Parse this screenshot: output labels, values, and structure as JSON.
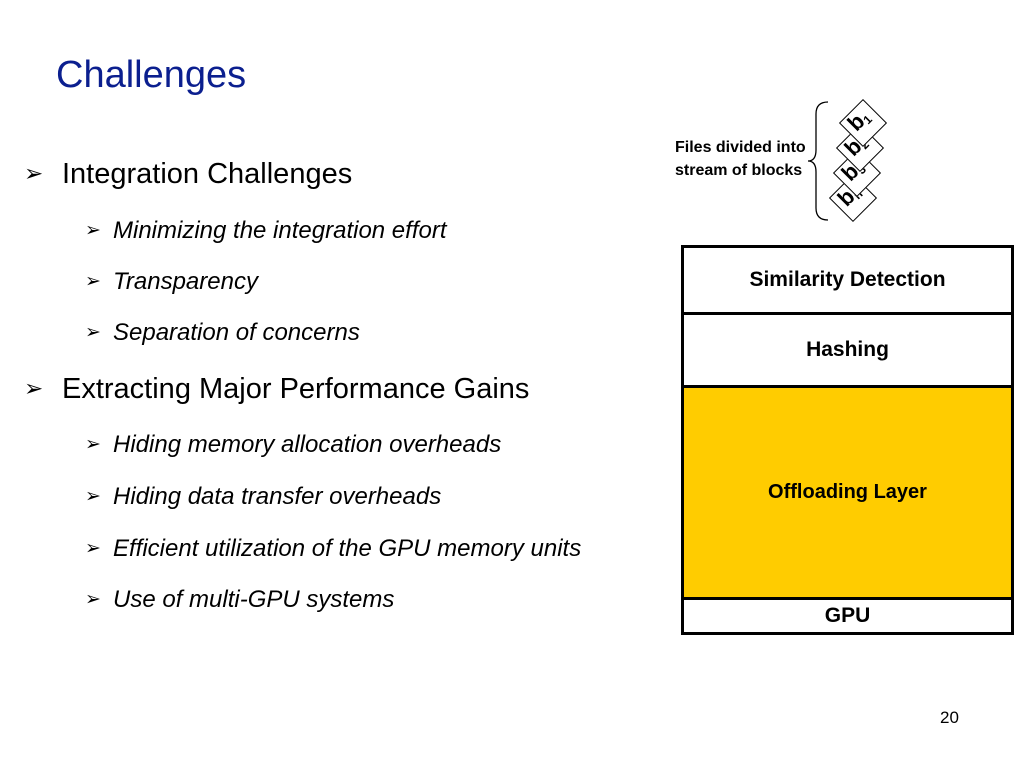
{
  "slide": {
    "title": "Challenges",
    "page_number": "20"
  },
  "bullets": {
    "arrow": "➢",
    "sections": [
      {
        "heading": "Integration Challenges",
        "items": [
          "Minimizing the integration effort",
          "Transparency",
          "Separation of concerns"
        ]
      },
      {
        "heading": "Extracting Major Performance Gains",
        "items": [
          "Hiding memory allocation overheads",
          "Hiding data transfer overheads",
          "Efficient utilization of the GPU memory units",
          "Use of multi-GPU systems"
        ]
      }
    ]
  },
  "diagram": {
    "files_caption": "Files divided into stream of blocks",
    "blocks": [
      {
        "letter": "b",
        "index": "1"
      },
      {
        "letter": "b",
        "index": "2"
      },
      {
        "letter": "b",
        "index": "3"
      },
      {
        "letter": "b",
        "index": "n"
      }
    ],
    "layers": {
      "similarity": "Similarity Detection",
      "hashing": "Hashing",
      "offloading": "Offloading Layer",
      "gpu": "GPU"
    },
    "colors": {
      "offloading_fill": "#ffcc00",
      "title": "#0b1f8f"
    }
  }
}
